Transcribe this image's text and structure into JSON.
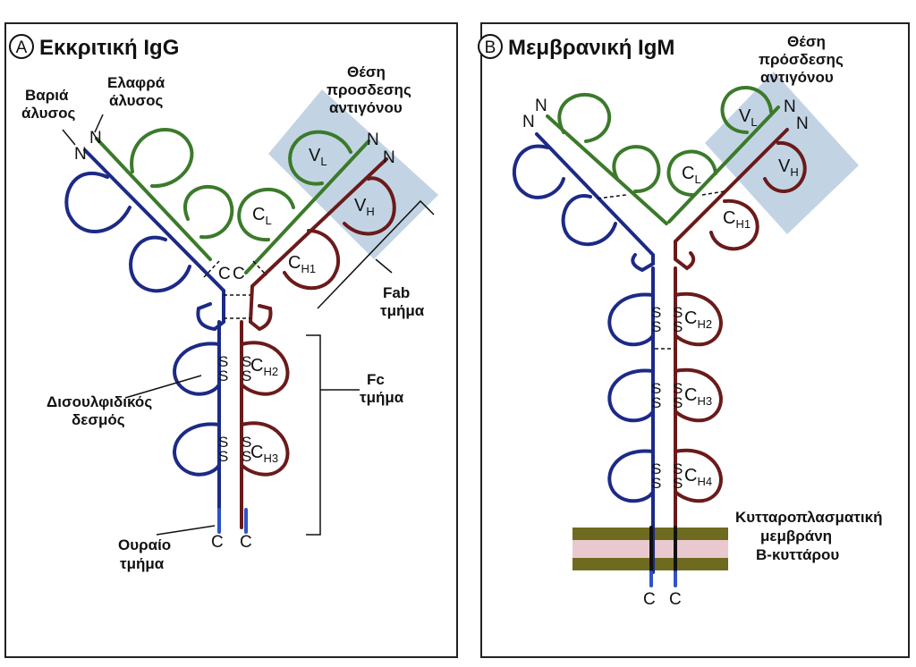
{
  "colors": {
    "heavy": "#1c2a86",
    "light": "#3b7a2a",
    "heavy_const": "#6b1a1a",
    "tail": "#2f52c8",
    "antigen_site": "#b7ccdf",
    "membrane_outer": "#6e6a20",
    "membrane_inner": "#e9c9cf"
  },
  "panel_a": {
    "letter": "A",
    "title": "Εκκριτική IgG",
    "heavy_chain_label_1": "Βαριά",
    "heavy_chain_label_2": "άλυσος",
    "light_chain_label_1": "Ελαφρά",
    "light_chain_label_2": "άλυσος",
    "antigen_site_1": "Θέση",
    "antigen_site_2": "προσδεσης",
    "antigen_site_3": "αντιγόνου",
    "fab_1": "Fab",
    "fab_2": "τμήμα",
    "fc_1": "Fc",
    "fc_2": "τμήμα",
    "disulfide_1": "Δισουλφιδικός",
    "disulfide_2": "δεσμός",
    "tail_1": "Ουραίο",
    "tail_2": "τμήμα",
    "n_term": "N",
    "c_term": "C",
    "hinge_c": "C",
    "vl": "V",
    "vl_sub": "L",
    "vh": "V",
    "vh_sub": "H",
    "cl": "C",
    "cl_sub": "L",
    "ch1": "C",
    "ch1_sub": "H1",
    "ch2": "C",
    "ch2_sub": "H2",
    "ch3": "C",
    "ch3_sub": "H3",
    "s": "S"
  },
  "panel_b": {
    "letter": "B",
    "title": "Μεμβρανική IgM",
    "antigen_site_1": "Θέση",
    "antigen_site_2": "πρόσδεσης",
    "antigen_site_3": "αντιγόνου",
    "membrane_1": "Κυτταροπλασματική",
    "membrane_2": "μεμβράνη",
    "membrane_3": "B-κυττάρου",
    "n_term": "N",
    "c_term": "C",
    "vl": "V",
    "vl_sub": "L",
    "vh": "V",
    "vh_sub": "H",
    "cl": "C",
    "cl_sub": "L",
    "ch1": "C",
    "ch1_sub": "H1",
    "ch2": "C",
    "ch2_sub": "H2",
    "ch3": "C",
    "ch3_sub": "H3",
    "ch4": "C",
    "ch4_sub": "H4",
    "s": "S"
  }
}
